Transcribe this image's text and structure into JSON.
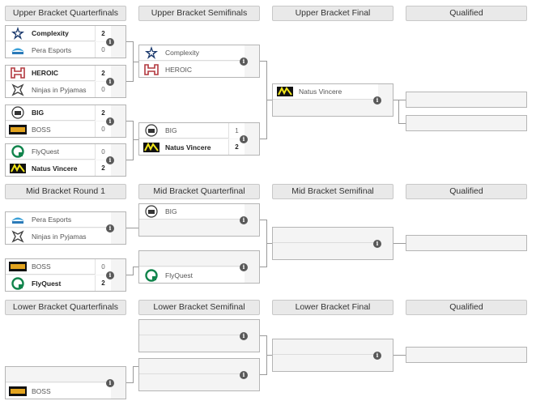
{
  "headers": {
    "ubqf": "Upper Bracket Quarterfinals",
    "ubsf": "Upper Bracket Semifinals",
    "ubf": "Upper Bracket Final",
    "ubq": "Qualified",
    "mbr1": "Mid Bracket Round 1",
    "mbqf": "Mid Bracket Quarterfinal",
    "mbsf": "Mid Bracket Semifinal",
    "mbq": "Qualified",
    "lbqf": "Lower Bracket Quarterfinals",
    "lbsf": "Lower Bracket Semifinal",
    "lbf": "Lower Bracket Final",
    "lbq": "Qualified"
  },
  "info_glyph": "i",
  "matches": {
    "ubqf1": {
      "team1": "Complexity",
      "score1": "2",
      "team2": "Pera Esports",
      "score2": "0"
    },
    "ubqf2": {
      "team1": "HEROIC",
      "score1": "2",
      "team2": "Ninjas in Pyjamas",
      "score2": "0"
    },
    "ubqf3": {
      "team1": "BIG",
      "score1": "2",
      "team2": "BOSS",
      "score2": "0"
    },
    "ubqf4": {
      "team1": "FlyQuest",
      "score1": "0",
      "team2": "Natus Vincere",
      "score2": "2"
    },
    "ubsf1": {
      "team1": "Complexity",
      "team2": "HEROIC"
    },
    "ubsf2": {
      "team1": "BIG",
      "score1": "1",
      "team2": "Natus Vincere",
      "score2": "2"
    },
    "ubf": {
      "team1": "Natus Vincere"
    },
    "mbr1a": {
      "team1": "Pera Esports",
      "team2": "Ninjas in Pyjamas"
    },
    "mbr1b": {
      "team1": "BOSS",
      "score1": "0",
      "team2": "FlyQuest",
      "score2": "2"
    },
    "mbqf1": {
      "team1": "BIG"
    },
    "mbqf2": {
      "team2": "FlyQuest"
    },
    "lbqf2": {
      "team2": "BOSS"
    }
  },
  "colors": {
    "complexity": "#1d3b6e",
    "heroic": "#b2383f",
    "navi_yellow": "#f2e61a",
    "flyquest": "#11844c",
    "boss": "#e3a41f",
    "info": "#595959"
  }
}
